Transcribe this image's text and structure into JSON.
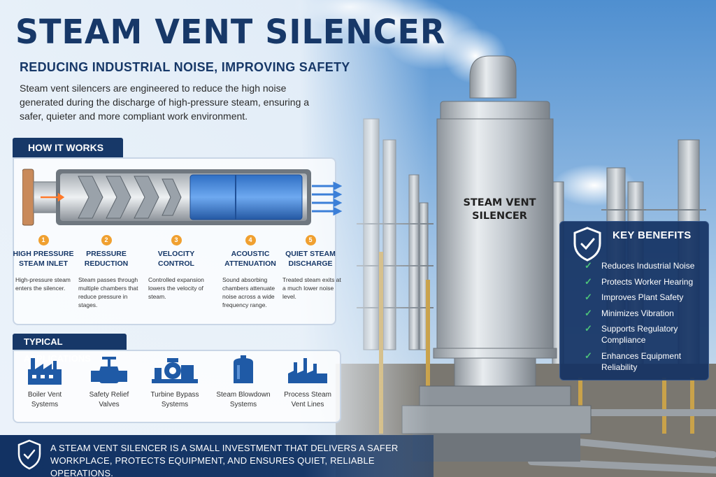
{
  "header": {
    "title": "STEAM VENT SILENCER",
    "subtitle": "REDUCING INDUSTRIAL NOISE, IMPROVING SAFETY",
    "intro": "Steam vent silencers are engineered to reduce the high noise generated during the discharge of high-pressure steam, ensuring a safer, quieter and more compliant work environment."
  },
  "how_it_works": {
    "heading": "HOW IT WORKS",
    "steps": [
      {
        "num": "1",
        "title": "HIGH PRESSURE STEAM INLET",
        "desc": "High-pressure steam enters the silencer."
      },
      {
        "num": "2",
        "title": "PRESSURE REDUCTION",
        "desc": "Steam passes through multiple chambers that reduce pressure in stages."
      },
      {
        "num": "3",
        "title": "VELOCITY CONTROL",
        "desc": "Controlled expansion lowers the velocity of steam."
      },
      {
        "num": "4",
        "title": "ACOUSTIC ATTENUATION",
        "desc": "Sound absorbing chambers attenuate noise across a wide frequency range."
      },
      {
        "num": "5",
        "title": "QUIET STEAM DISCHARGE",
        "desc": "Treated steam exits at a much lower noise level."
      }
    ]
  },
  "applications": {
    "heading": "TYPICAL APPLICATIONS",
    "items": [
      {
        "label": "Boiler Vent Systems",
        "icon": "factory-icon"
      },
      {
        "label": "Safety Relief Valves",
        "icon": "valve-icon"
      },
      {
        "label": "Turbine Bypass Systems",
        "icon": "turbine-icon"
      },
      {
        "label": "Steam Blowdown Systems",
        "icon": "tank-icon"
      },
      {
        "label": "Process Steam Vent Lines",
        "icon": "plant-icon"
      }
    ]
  },
  "silencer_label": "STEAM VENT SILENCER",
  "key_benefits": {
    "heading": "KEY BENEFITS",
    "items": [
      "Reduces Industrial Noise",
      "Protects Worker Hearing",
      "Improves Plant Safety",
      "Minimizes Vibration",
      "Supports Regulatory Compliance",
      "Enhances Equipment Reliability"
    ]
  },
  "banner": {
    "text": "A STEAM VENT SILENCER IS A SMALL INVESTMENT THAT DELIVERS A SAFER WORKPLACE, PROTECTS EQUIPMENT, AND ENSURES QUIET, RELIABLE OPERATIONS."
  },
  "colors": {
    "navy": "#173868",
    "accent_orange": "#f0a030",
    "check_green": "#4cc27a",
    "sky": "#4f8fd0"
  }
}
